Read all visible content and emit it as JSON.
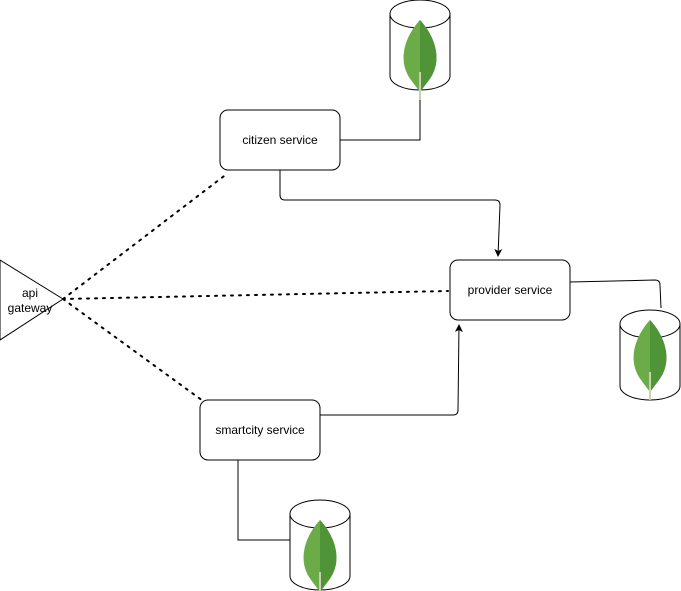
{
  "diagram": {
    "gateway": {
      "line1": "api",
      "line2": "gateway"
    },
    "services": {
      "citizen": "citizen service",
      "provider": "provider service",
      "smartcity": "smartcity service"
    },
    "database_icon": "mongodb-leaf-icon",
    "colors": {
      "leaf_light": "#6cac48",
      "leaf_dark": "#4f9436",
      "stem": "#c9ceb4",
      "stroke": "#000000",
      "background": "#ffffff"
    }
  }
}
